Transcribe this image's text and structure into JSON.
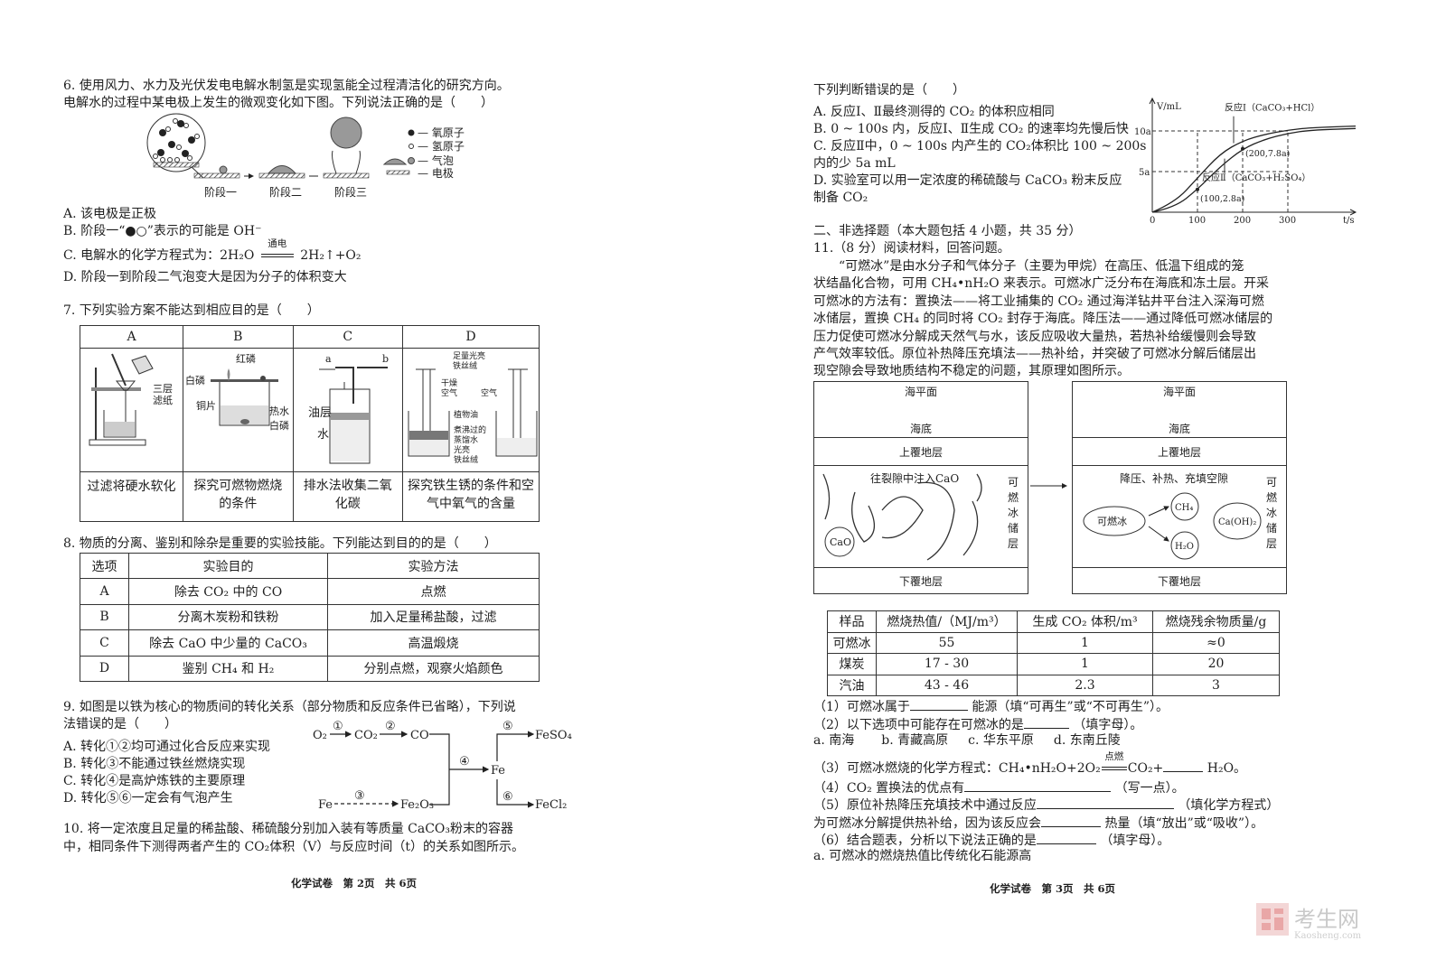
{
  "left_page": {
    "q6": {
      "stem": [
        "6. 使用风力、水力及光伏发电电解水制氢是实现氢能全过程清洁化的研究方向。",
        "电解水的过程中某电极上发生的微观变化如下图。下列说法正确的是（　　）"
      ],
      "stages": [
        "阶段一",
        "阶段二",
        "阶段三"
      ],
      "legend": [
        "— 氧原子",
        "— 氢原子",
        "— 气泡",
        "— 电极"
      ],
      "options": {
        "a": "A.  该电极是正极",
        "b": "B.  阶段一“●○”表示的可能是 OH⁻",
        "c_pre": "C.  电解水的化学方程式为：2H₂O",
        "c_cond": "通电",
        "c_post": "2H₂↑+O₂",
        "d": "D.  阶段一到阶段二气泡变大是因为分子的体积变大"
      }
    },
    "q7": {
      "stem": "7.  下列实验方案不能达到相应目的是（　　）",
      "headers": [
        "A",
        "B",
        "C",
        "D"
      ],
      "labels": {
        "a": [
          "三层",
          "滤纸"
        ],
        "b": [
          "红磷",
          "白磷",
          "铜片",
          "热水",
          "白磷"
        ],
        "c": [
          "a",
          "b",
          "油层",
          "水"
        ],
        "d": [
          "足量光亮",
          "铁丝绒",
          "干燥",
          "空气",
          "空气",
          "植物油",
          "煮沸过的",
          "蒸馏水",
          "光亮",
          "铁丝绒"
        ]
      },
      "descriptions": [
        [
          "过滤将硬水软化",
          ""
        ],
        [
          "探究可燃物燃烧",
          "的条件"
        ],
        [
          "排水法收集二氧",
          "化碳"
        ],
        [
          "探究铁生锈的条件和空",
          "气中氧气的含量"
        ]
      ]
    },
    "q8": {
      "stem": "8.  物质的分离、鉴别和除杂是重要的实验技能。下列能达到目的的是（　　）",
      "headers": [
        "选项",
        "实验目的",
        "实验方法"
      ],
      "rows": [
        [
          "A",
          "除去 CO₂ 中的 CO",
          "点燃"
        ],
        [
          "B",
          "分离木炭粉和铁粉",
          "加入足量稀盐酸，过滤"
        ],
        [
          "C",
          "除去 CaO 中少量的 CaCO₃",
          "高温煅烧"
        ],
        [
          "D",
          "鉴别 CH₄ 和 H₂",
          "分别点燃，观察火焰颜色"
        ]
      ]
    },
    "q9": {
      "stem": [
        "9. 如图是以铁为核心的物质间的转化关系（部分物质和反应条件已省略），下列说",
        "法错误的是（　　）"
      ],
      "options": [
        "A.  转化①②均可通过化合反应来实现",
        "B.  转化③不能通过铁丝燃烧实现",
        "C.  转化④是高炉炼铁的主要原理",
        "D.  转化⑤⑥一定会有气泡产生"
      ],
      "diagram": {
        "species": [
          "O₂",
          "CO₂",
          "CO",
          "Fe",
          "Fe₂O₃",
          "Fe",
          "FeSO₄",
          "FeCl₂"
        ],
        "steps": [
          "①",
          "②",
          "③",
          "④",
          "⑤",
          "⑥"
        ]
      }
    },
    "q10": {
      "stem": [
        "10.  将一定浓度且足量的稀盐酸、稀硫酸分别加入装有等质量 CaCO₃粉末的容器",
        "中，相同条件下测得两者产生的 CO₂体积（V）与反应时间（t）的关系如图所示。"
      ]
    },
    "footer": "化学试卷　第 2页　共 6页"
  },
  "right_page": {
    "q10_cont": {
      "stem": "下列判断错误的是（　　）",
      "options": [
        "A.  反应Ⅰ、Ⅱ最终测得的 CO₂ 的体积应相同",
        "B.  0 ~ 100s 内，反应Ⅰ、Ⅱ生成 CO₂ 的速率均先慢后快",
        "C.  反应Ⅱ中，0 ~ 100s 内产生的 CO₂体积比 100 ~ 200s",
        "内的少 5a mL",
        "D.  实验室可以用一定浓度的稀硫酸与 CaCO₃ 粉末反应",
        "制备 CO₂"
      ]
    },
    "section2": "二、非选择题（本大题包括 4 小题，共 35 分）",
    "q11": {
      "title": "11.（8 分）阅读材料，回答问题。",
      "passage": [
        "　　“可燃冰”是由水分子和气体分子（主要为甲烷）在高压、低温下组成的笼",
        "状结晶化合物，可用 CH₄•nH₂O 来表示。可燃冰广泛分布在海底和冻土层。开采",
        "可燃冰的方法有：置换法——将工业捕集的 CO₂ 通过海洋钻井平台注入深海可燃",
        "冰储层，置换 CH₄ 的同时将 CO₂ 封存于海底。降压法——通过降低可燃冰储层的",
        "压力促使可燃冰分解成天然气与水，该反应吸收大量热，若热补给缓慢则会导致",
        "产气效率较低。原位补热降压充填法——热补给，并突破了可燃冰分解后储层出",
        "现空隙会导致地质结构不稳定的问题，其原理如图所示。"
      ],
      "diagram_left": {
        "sea_level": "海平面",
        "seabed": "海底",
        "upper": "上覆地层",
        "action": "往裂隙中注入CaO",
        "cao": "CaO",
        "reservoir": "可燃冰储层",
        "lower": "下覆地层"
      },
      "diagram_right": {
        "sea_level": "海平面",
        "seabed": "海底",
        "upper": "上覆地层",
        "action": "降压、补热、充填空隙",
        "hydrate": "可燃冰",
        "ch4": "CH₄",
        "h2o": "H₂O",
        "caoh2": "Ca(OH)₂",
        "reservoir": "可燃冰储层",
        "lower": "下覆地层"
      },
      "table": {
        "headers": [
          "样品",
          "燃烧热值/（MJ/m³）",
          "生成 CO₂ 体积/m³",
          "燃烧残余物质量/g"
        ],
        "rows": [
          [
            "可燃冰",
            "55",
            "1",
            "≈0"
          ],
          [
            "煤炭",
            "17 - 30",
            "1",
            "20"
          ],
          [
            "汽油",
            "43 - 46",
            "2.3",
            "3"
          ]
        ]
      },
      "questions": {
        "q1_a": "（1）可燃冰属于",
        "q1_b": "能源（填“可再生”或“不可再生”）。",
        "q2_a": "（2）以下选项中可能存在可燃冰的是",
        "q2_b": "（填字母）。",
        "q2_opts": [
          "a. 南海",
          "b. 青藏高原",
          "c. 华东平原",
          "d. 东南丘陵"
        ],
        "q3_a": "（3）可燃冰燃烧的化学方程式：CH₄•nH₂O+2O₂",
        "q3_cond": "点燃",
        "q3_b": "CO₂+",
        "q3_c": "H₂O。",
        "q4_a": "（4）CO₂ 置换法的优点有",
        "q4_b": "（写一点）。",
        "q5_a": "（5）原位补热降压充填技术中通过反应",
        "q5_b": "（填化学方程式）",
        "q5_c": "为可燃冰分解提供热补给，因为该反应会",
        "q5_d": "热量（填“放出”或“吸收”）。",
        "q6_a": "（6）结合题表，分析以下说法正确的是",
        "q6_b": "（填字母）。",
        "q6_opt_a": "a. 可燃冰的燃烧热值比传统化石能源高"
      }
    },
    "footer": "化学试卷　第 3页　共 6页"
  },
  "chart_data": {
    "type": "line",
    "xlabel": "t/s",
    "ylabel": "V/mL",
    "x_ticks": [
      "0",
      "100",
      "200",
      "300"
    ],
    "y_ticks": [
      "5a",
      "10a"
    ],
    "xlim": [
      0,
      450
    ],
    "ylim": [
      0,
      14
    ],
    "series": [
      {
        "name": "反应Ⅰ（CaCO₃+HCl）",
        "x": [
          0,
          50,
          100,
          150,
          200,
          250,
          300,
          350,
          450
        ],
        "y": [
          0,
          1.2,
          4.2,
          7.2,
          8.8,
          9.6,
          10.1,
          10.4,
          10.6
        ]
      },
      {
        "name": "反应Ⅱ（CaCO₃+H₂SO₄）",
        "x": [
          0,
          50,
          100,
          150,
          200,
          250,
          300,
          350,
          450
        ],
        "y": [
          0,
          0.6,
          2.8,
          5.6,
          7.8,
          9.0,
          9.7,
          10.1,
          10.3
        ]
      }
    ],
    "annotations": [
      "(200,7.8a)",
      "(100,2.8a)"
    ],
    "annotation_points": [
      [
        200,
        7.8
      ],
      [
        100,
        2.8
      ]
    ]
  },
  "watermark": {
    "cn": "考生网",
    "en": "Kaosheng.com"
  }
}
